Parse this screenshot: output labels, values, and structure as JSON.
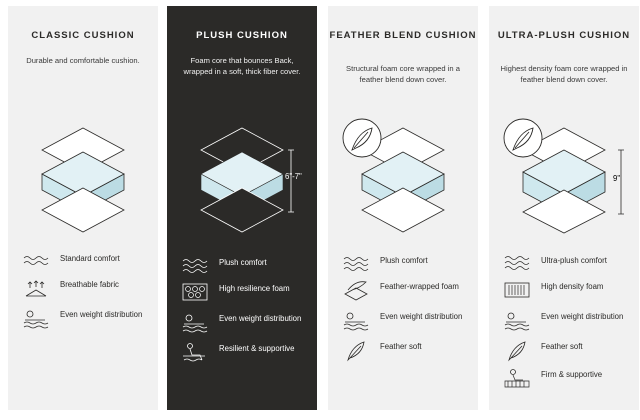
{
  "panels": [
    {
      "title": "CLASSIC CUSHION",
      "description": "Durable and comfortable cushion.",
      "features": [
        {
          "icon": "waves-icon",
          "label": "Standard comfort"
        },
        {
          "icon": "airflow-icon",
          "label": "Breathable fabric"
        },
        {
          "icon": "weight-distribution-icon",
          "label": "Even weight distribution"
        }
      ]
    },
    {
      "title": "PLUSH CUSHION",
      "description": "Foam core that bounces Back, wrapped in a soft, thick fiber cover.",
      "dimension": "6\"-7\"",
      "features": [
        {
          "icon": "waves-icon",
          "label": "Plush comfort"
        },
        {
          "icon": "foam-cells-icon",
          "label": "High resilience foam"
        },
        {
          "icon": "weight-distribution-icon",
          "label": "Even weight distribution"
        },
        {
          "icon": "person-seated-icon",
          "label": "Resilient & supportive"
        }
      ]
    },
    {
      "title": "FEATHER BLEND CUSHION",
      "description": "Structural foam core wrapped in a feather blend down cover.",
      "features": [
        {
          "icon": "waves-icon",
          "label": "Plush comfort"
        },
        {
          "icon": "feather-wrap-icon",
          "label": "Feather-wrapped foam"
        },
        {
          "icon": "weight-distribution-icon",
          "label": "Even weight distribution"
        },
        {
          "icon": "feather-icon",
          "label": "Feather soft"
        }
      ]
    },
    {
      "title": "ULTRA-PLUSH CUSHION",
      "description": "Highest density foam core wrapped in feather blend down cover.",
      "dimension": "9\"",
      "features": [
        {
          "icon": "waves-icon",
          "label": "Ultra-plush comfort"
        },
        {
          "icon": "springs-icon",
          "label": "High density foam"
        },
        {
          "icon": "weight-distribution-icon",
          "label": "Even weight distribution"
        },
        {
          "icon": "feather-icon",
          "label": "Feather soft"
        },
        {
          "icon": "firm-support-icon",
          "label": "Firm & supportive"
        }
      ]
    }
  ],
  "colors": {
    "panel_light": "#f1f1f1",
    "panel_dark": "#2b2a28",
    "foam_core": "#cfe8ee",
    "line": "#2b2a28"
  }
}
